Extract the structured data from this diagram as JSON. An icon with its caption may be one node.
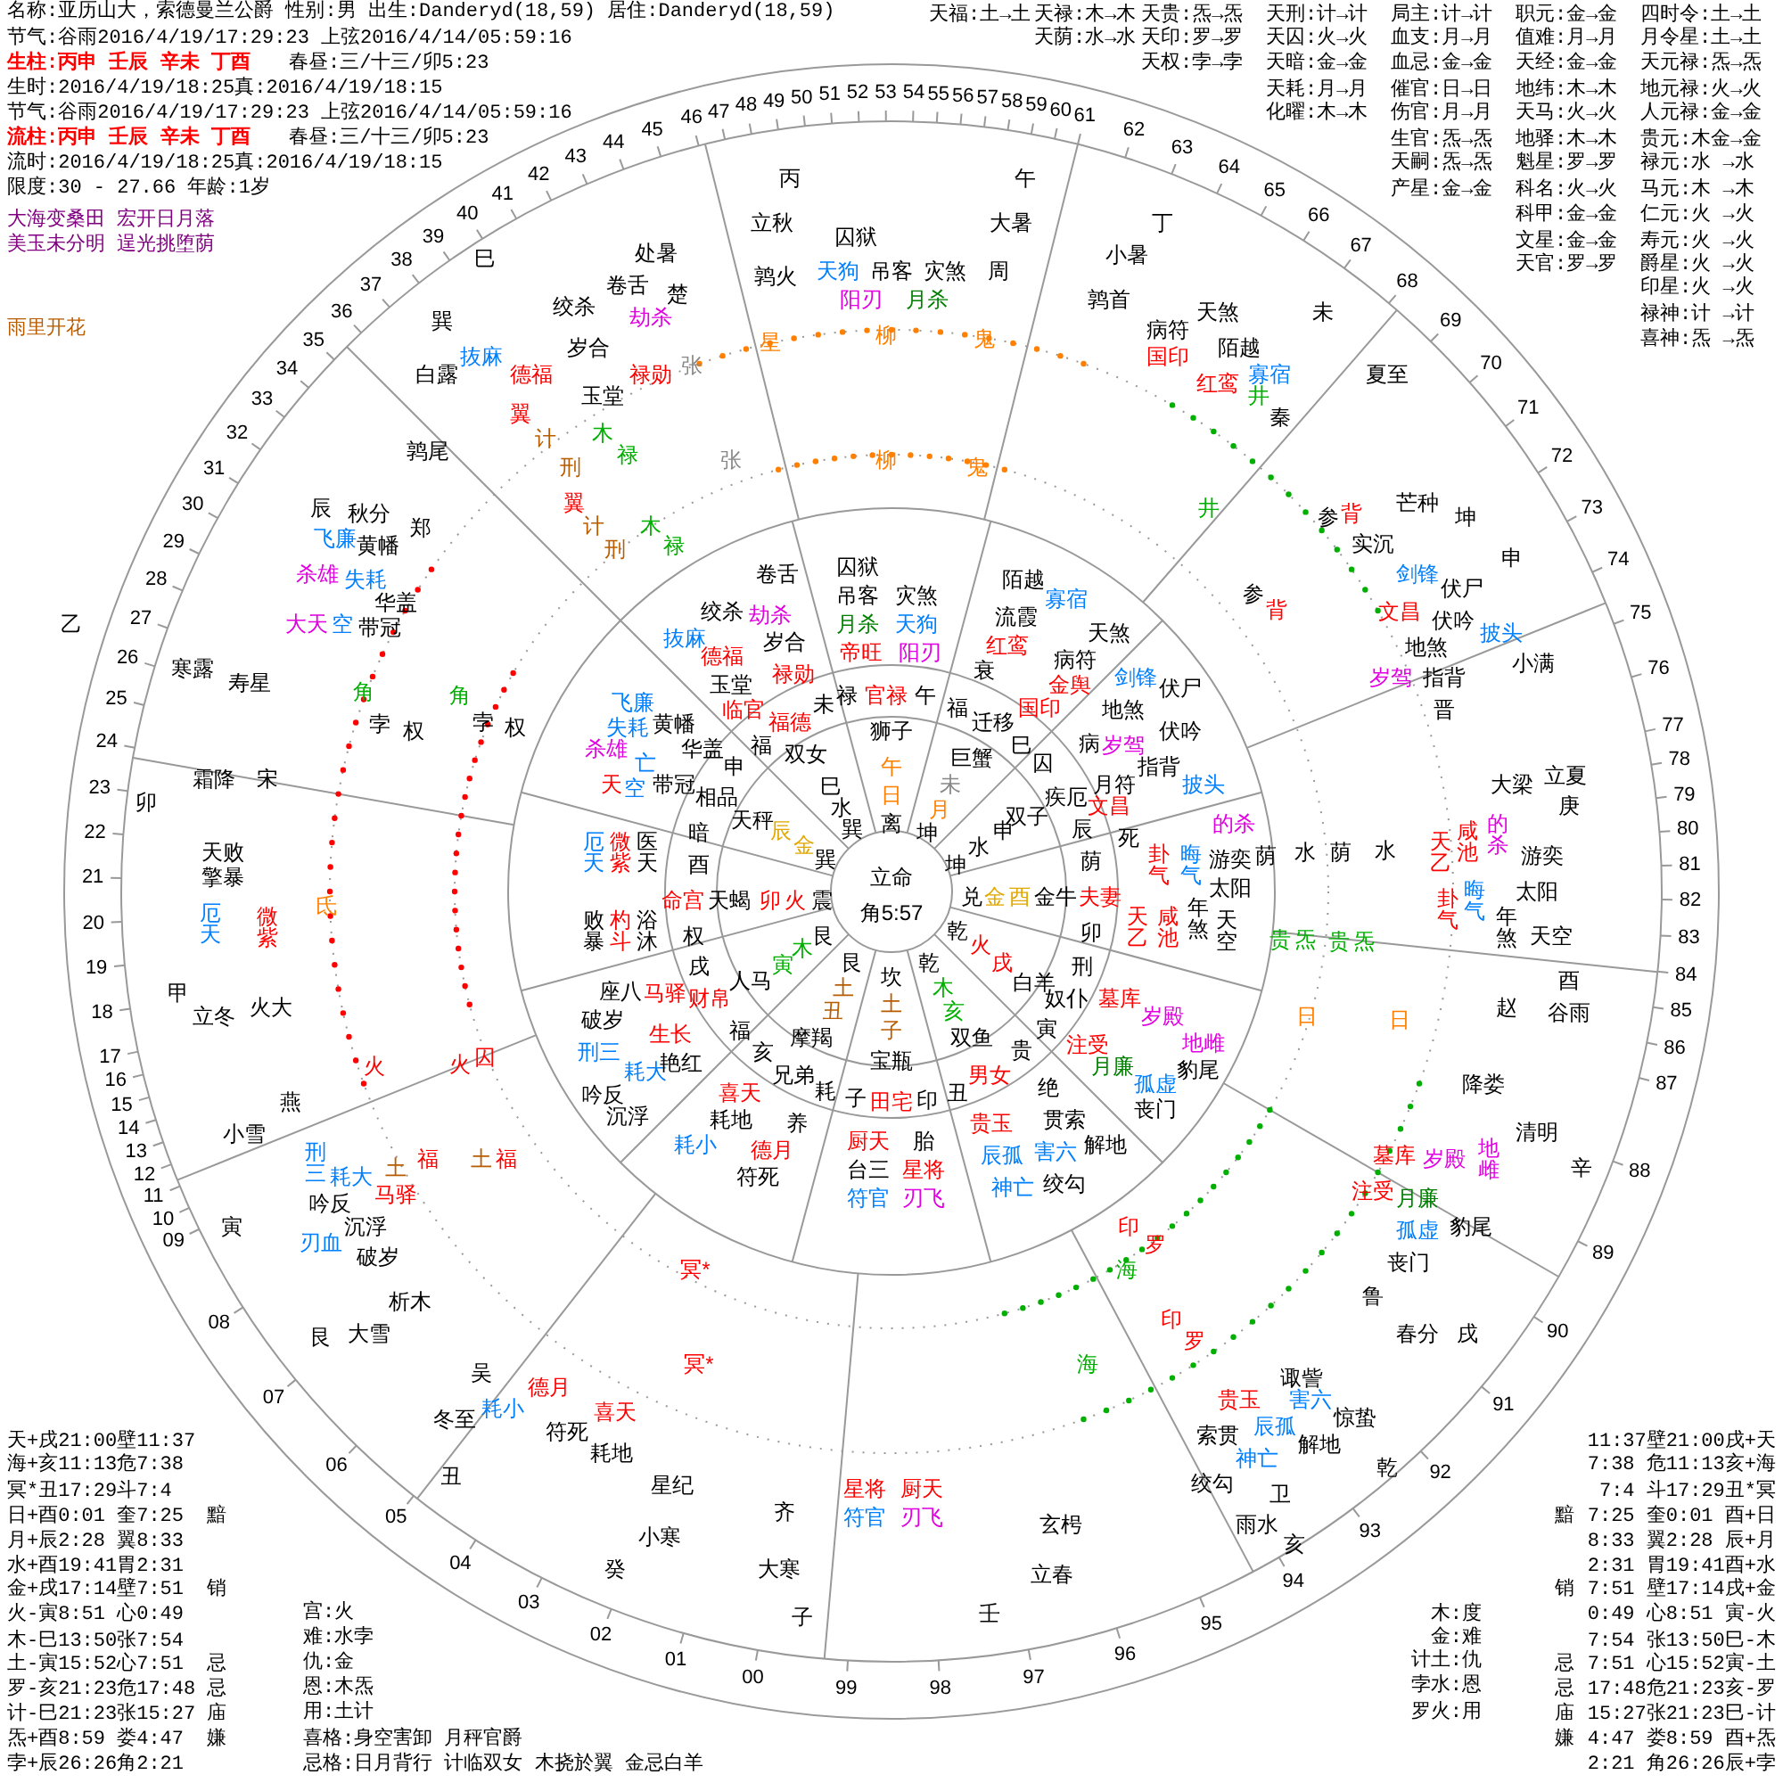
{
  "diagram": {
    "labels": [
      "名称:亚历山大，索德曼兰公爵 性别:男 出生:Danderyd(18,59) 居住:Danderyd(18,59)",
      "节气:谷雨2016/4/19/17:29:23 上弦2016/4/14/05:59:16",
      "生柱:丙申 壬辰 辛未 丁酉",
      "春昼:三/十三/卯5:23",
      "生时:2016/4/19/18:25真:2016/4/19/18:15",
      "节气:谷雨2016/4/19/17:29:23 上弦2016/4/14/05:59:16",
      "流柱:丙申 壬辰 辛未 丁酉",
      "春昼:三/十三/卯5:23",
      "流时:2016/4/19/18:25真:2016/4/19/18:15",
      "限度:30 - 27.66 年龄:1岁",
      "大海变桑田 宏开日月落",
      "美玉未分明 逞光挑堕荫",
      "雨里开花",
      "天福:土→土",
      "天禄:木→木",
      "天贵:炁→炁",
      "天刑:计→计",
      "局主:计→计",
      "职元:金→金",
      "四时令:土→土",
      "天荫:水→水",
      "天印:罗→罗",
      "天囚:火→火",
      "血支:月→月",
      "值难:月→月",
      "月令星:土→土",
      "天权:孛→孛",
      "天暗:金→金",
      "血忌:金→金",
      "天经:金→金",
      "天元禄:炁→炁",
      "天耗:月→月",
      "催官:日→日",
      "地纬:木→木",
      "地元禄:火→火",
      "化曜:木→木",
      "伤官:月→月",
      "天马:火→火",
      "人元禄:金→金",
      "生官:炁→炁",
      "地驿:木→木",
      "贵元:木金→金",
      "天嗣:炁→炁",
      "魁星:罗→罗",
      "禄元:水 →水",
      "产星:金→金",
      "科名:火→火",
      "马元:木 →木",
      "科甲:金→金",
      "仁元:火 →火",
      "文星:金→金",
      "寿元:火 →火",
      "天官:罗→罗",
      "爵星:火 →火",
      "印星:火 →火",
      "禄神:计 →计",
      "喜神:炁 →炁",
      "立命",
      "角5:57",
      "狮子",
      "午",
      "日",
      "离",
      "巨蟹",
      "未",
      "月",
      "坤",
      "双子",
      "申",
      "水",
      "坤",
      "兑",
      "金",
      "酉",
      "金牛",
      "乾",
      "火",
      "戌",
      "白羊",
      "乾",
      "木",
      "亥",
      "双鱼",
      "坎",
      "土",
      "子",
      "宝瓶",
      "艮",
      "土",
      "丑",
      "摩羯",
      "艮",
      "木",
      "寅",
      "人马",
      "天蝎",
      "卯",
      "火",
      "震",
      "巽",
      "金",
      "辰",
      "天秤",
      "巽",
      "水",
      "巳",
      "双女",
      "禄",
      "官禄",
      "午",
      "福",
      "迁移",
      "巳",
      "囚",
      "疾厄",
      "辰",
      "荫",
      "夫妻",
      "卯",
      "刑",
      "奴仆",
      "寅",
      "贵",
      "男女",
      "耗",
      "子",
      "田宅",
      "印",
      "丑",
      "兄弟",
      "亥",
      "福",
      "财帛",
      "戌",
      "权",
      "命宫",
      "酉",
      "暗",
      "相品",
      "申",
      "福",
      "福德",
      "未",
      "卷舌",
      "囚狱",
      "陌越",
      "吊客",
      "灾煞",
      "寡宿",
      "绞杀",
      "劫杀",
      "月杀",
      "天狗",
      "流霞",
      "抜麻",
      "岁合",
      "红鸾",
      "天煞",
      "德福",
      "帝旺",
      "阳刃",
      "病符",
      "玉堂",
      "禄勋",
      "衰",
      "金舆",
      "剑锋",
      "伏尸",
      "飞廉",
      "临官",
      "国印",
      "地煞",
      "失耗",
      "黄幡",
      "伏吟",
      "杀雄",
      "华盖",
      "病",
      "岁驾",
      "亡",
      "指背",
      "天",
      "空",
      "带冠",
      "月符",
      "披头",
      "文昌",
      "死",
      "的杀",
      "厄天",
      "微紫",
      "医天",
      "卦气",
      "晦气",
      "游奕",
      "太阳",
      "败暴",
      "杓斗",
      "浴沐",
      "天乙",
      "咸池",
      "年煞",
      "天空",
      "座八",
      "马驿",
      "墓库",
      "破岁",
      "岁殿",
      "生长",
      "刑三",
      "注受",
      "地雌",
      "耗大",
      "艳红",
      "月廉",
      "豹尾",
      "吟反",
      "喜天",
      "绝",
      "孤虚",
      "沉浮",
      "耗地",
      "养",
      "贵玉",
      "贯索",
      "丧门",
      "耗小",
      "德月",
      "厨天",
      "胎",
      "辰孤",
      "害六",
      "解地",
      "符死",
      "台三",
      "星将",
      "神亡",
      "绞勾",
      "符官",
      "刃飞",
      "丙",
      "午",
      "立秋",
      "大暑",
      "丁",
      "囚狱",
      "巳",
      "处暑",
      "小暑",
      "鹑火",
      "天狗",
      "吊客",
      "灾煞",
      "周",
      "卷舌",
      "楚",
      "阳刃",
      "月杀",
      "鹑首",
      "巽",
      "绞杀",
      "劫杀",
      "天煞",
      "未",
      "病符",
      "抜麻",
      "岁合",
      "国印",
      "陌越",
      "白露",
      "德福",
      "禄勋",
      "红鸾",
      "寡宿",
      "夏至",
      "玉堂",
      "秦",
      "鹑尾",
      "辰",
      "秋分",
      "芒种",
      "坤",
      "飞廉",
      "黄幡",
      "郑",
      "实沉",
      "申",
      "杀雄",
      "失耗",
      "剑锋",
      "伏尸",
      "乙",
      "大天",
      "空",
      "带冠",
      "华盖",
      "文昌",
      "伏吟",
      "披头",
      "地煞",
      "寒露",
      "寿星",
      "岁驾",
      "指背",
      "小满",
      "晋",
      "霜降",
      "宋",
      "大梁",
      "立夏",
      "卯",
      "庚",
      "天败",
      "天乙",
      "咸池",
      "的杀",
      "游奕",
      "擎暴",
      "卦气",
      "晦气",
      "太阳",
      "厄天",
      "微紫",
      "年煞",
      "天空",
      "酉",
      "甲",
      "立冬",
      "火大",
      "赵",
      "谷雨",
      "降娄",
      "燕",
      "小雪",
      "清明",
      "刑三",
      "耗大",
      "墓库",
      "岁殿",
      "地雌",
      "辛",
      "吟反",
      "马驿",
      "注受",
      "月廉",
      "寅",
      "刃血",
      "沉浮",
      "孤虚",
      "豹尾",
      "破岁",
      "丧门",
      "析木",
      "鲁",
      "艮",
      "大雪",
      "春分",
      "戌",
      "吴",
      "德月",
      "诹訾",
      "耗小",
      "喜天",
      "贵玉",
      "害六",
      "冬至",
      "辰孤",
      "惊蛰",
      "符死",
      "耗地",
      "索贯",
      "解地",
      "丑",
      "星纪",
      "星将",
      "厨天",
      "绞勾",
      "神亡",
      "卫",
      "乾",
      "小寒",
      "齐",
      "符官",
      "刃飞",
      "玄枵",
      "雨水",
      "亥",
      "癸",
      "大寒",
      "立春",
      "子",
      "壬",
      "星",
      "柳",
      "鬼",
      "张",
      "井",
      "翼",
      "计",
      "木",
      "刑",
      "禄",
      "张",
      "柳",
      "鬼",
      "翼",
      "井",
      "参",
      "背",
      "计",
      "木",
      "刑",
      "禄",
      "参",
      "背",
      "角",
      "角",
      "孛",
      "权",
      "孛",
      "权",
      "荫",
      "水",
      "荫",
      "水",
      "氐",
      "贵",
      "炁",
      "贵",
      "炁",
      "日",
      "日",
      "火",
      "火",
      "囚",
      "土",
      "福",
      "土",
      "福",
      "印",
      "罗",
      "冥*",
      "海",
      "印",
      "罗",
      "冥*",
      "海",
      "天+戌21:00壁11:37",
      "海+亥11:13危7:38",
      "冥*丑17:29斗7:4",
      "日+酉0:01 奎7:25",
      "黯",
      "月+辰2:28 翼8:33",
      "水+酉19:41胃2:31",
      "金+戌17:14壁7:51",
      "销",
      "火-寅8:51 心0:49",
      "木-巳13:50张7:54",
      "土-寅15:52心7:51",
      "忌",
      "罗-亥21:23危17:48",
      "忌",
      "计-巳21:23张15:27",
      "庙",
      "炁+酉8:59 娄4:47",
      "嫌",
      "孛+辰26:26角2:21",
      "宫:火",
      "难:水孛",
      "仇:金",
      "恩:木炁",
      "用:土计",
      "喜格:身空害卸 月秤官爵",
      "忌格:日月背行 计临双女 木挠於翼 金忌白羊",
      "木:度",
      "金:难",
      "计土:仇",
      "孛水:恩",
      "罗火:用",
      "11:37壁21:00戌+天",
      "7:38 危11:13亥+海",
      "7:4 斗17:29丑*冥",
      "黯",
      "7:25 奎0:01 酉+日",
      "8:33 翼2:28 辰+月",
      "2:31 胃19:41酉+水",
      "销",
      "7:51 壁17:14戌+金",
      "0:49 心8:51 寅-火",
      "7:54 张13:50巳-木",
      "忌",
      "7:51 心15:52寅-土",
      "忌",
      "17:48危21:23亥-罗",
      "庙",
      "15:27张21:23巳-计",
      "嫌",
      "4:47 娄8:59 酉+炁",
      "2:21 角26:26辰+孛",
      "00",
      "01",
      "02",
      "03",
      "04",
      "05",
      "06",
      "07",
      "08",
      "09",
      "10",
      "11",
      "12",
      "13",
      "14",
      "15",
      "16",
      "17",
      "18",
      "19",
      "20",
      "21",
      "22",
      "23",
      "24",
      "25",
      "26",
      "27",
      "28",
      "29",
      "30",
      "31",
      "32",
      "33",
      "34",
      "35",
      "36",
      "37",
      "38",
      "39",
      "40",
      "41",
      "42",
      "43",
      "44",
      "45",
      "46",
      "47",
      "48",
      "49",
      "50",
      "51",
      "52",
      "53",
      "54",
      "55",
      "56",
      "57",
      "58",
      "59",
      "60",
      "61",
      "62",
      "63",
      "64",
      "65",
      "66",
      "67",
      "68",
      "69",
      "70",
      "71",
      "72",
      "73",
      "74",
      "75",
      "76",
      "77",
      "78",
      "79",
      "80",
      "81",
      "82",
      "83",
      "84",
      "85",
      "86",
      "87",
      "88",
      "89",
      "90",
      "91",
      "92",
      "93",
      "94",
      "95",
      "96",
      "99",
      "98",
      "97"
    ]
  }
}
